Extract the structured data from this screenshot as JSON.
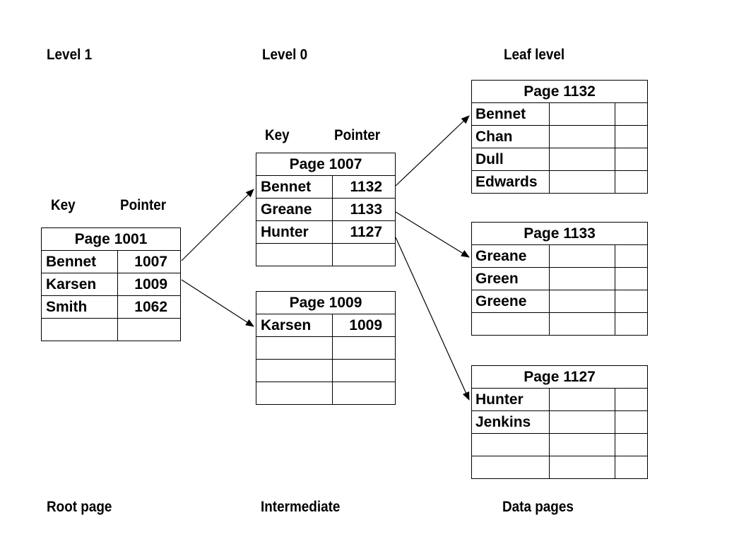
{
  "levels": {
    "level1": "Level 1",
    "level0": "Level 0",
    "leaf": "Leaf level"
  },
  "footers": {
    "root": "Root page",
    "intermediate": "Intermediate",
    "data": "Data pages"
  },
  "columns": {
    "key": "Key",
    "pointer": "Pointer"
  },
  "root_page": {
    "title": "Page 1001",
    "rows": [
      {
        "key": "Bennet",
        "pointer": "1007"
      },
      {
        "key": "Karsen",
        "pointer": "1009"
      },
      {
        "key": "Smith",
        "pointer": "1062"
      },
      {
        "key": "",
        "pointer": ""
      }
    ]
  },
  "intermediate_pages": [
    {
      "title": "Page 1007",
      "rows": [
        {
          "key": "Bennet",
          "pointer": "1132"
        },
        {
          "key": "Greane",
          "pointer": "1133"
        },
        {
          "key": "Hunter",
          "pointer": "1127"
        },
        {
          "key": "",
          "pointer": ""
        }
      ]
    },
    {
      "title": "Page 1009",
      "rows": [
        {
          "key": "Karsen",
          "pointer": "1009"
        },
        {
          "key": "",
          "pointer": ""
        },
        {
          "key": "",
          "pointer": ""
        },
        {
          "key": "",
          "pointer": ""
        }
      ]
    }
  ],
  "data_pages": [
    {
      "title": "Page 1132",
      "rows": [
        "Bennet",
        "Chan",
        "Dull",
        "Edwards"
      ]
    },
    {
      "title": "Page 1133",
      "rows": [
        "Greane",
        "Green",
        "Greene",
        ""
      ]
    },
    {
      "title": "Page 1127",
      "rows": [
        "Hunter",
        "Jenkins",
        "",
        ""
      ]
    }
  ]
}
